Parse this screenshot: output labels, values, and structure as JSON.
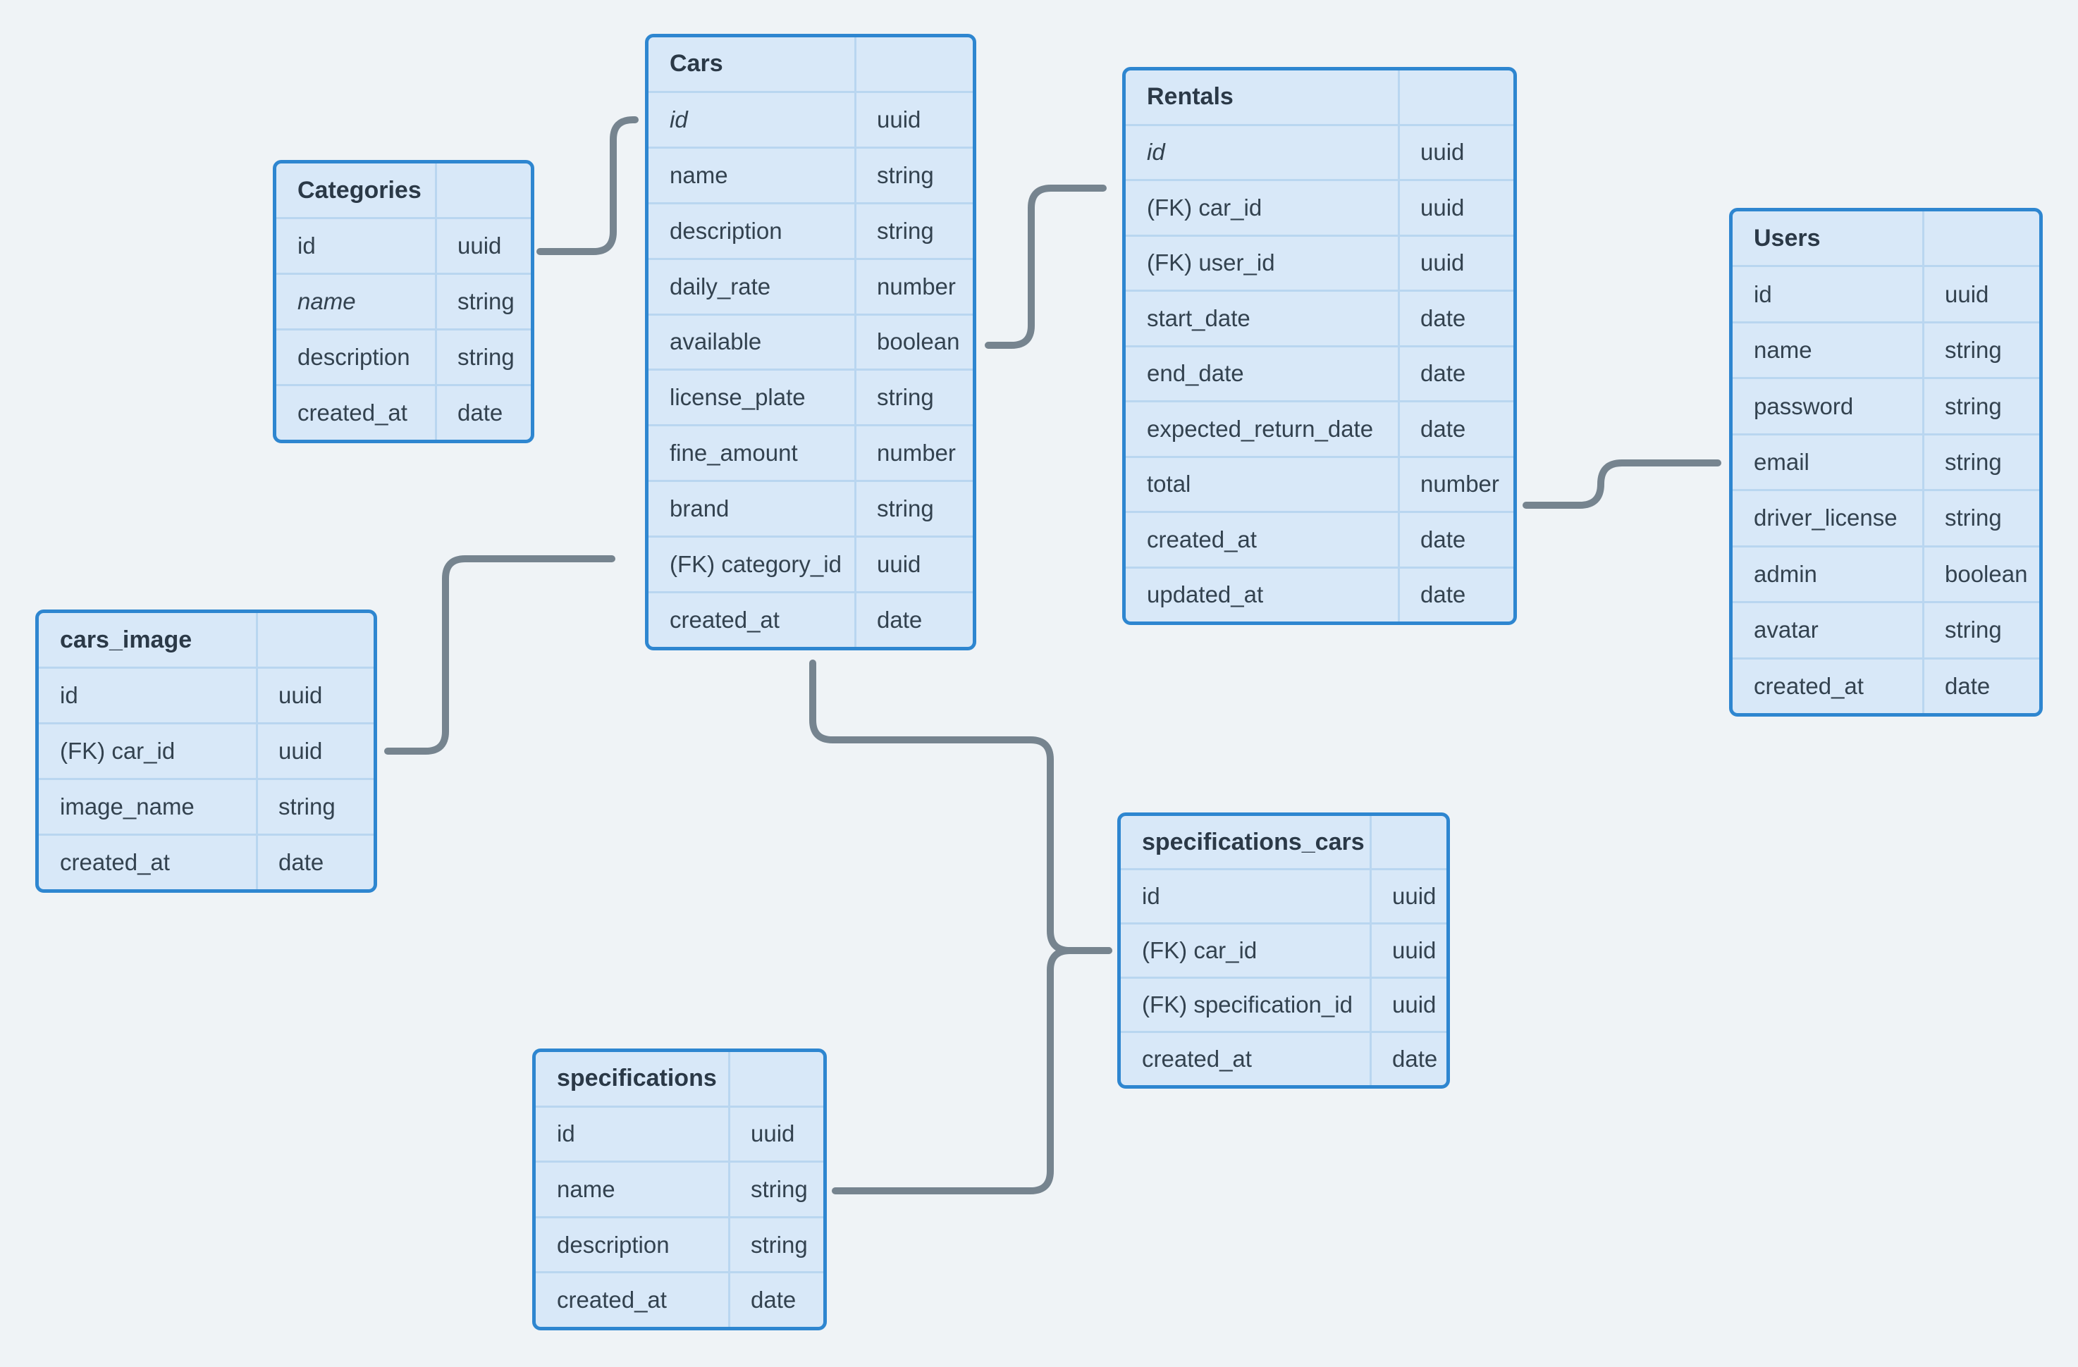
{
  "diagram": {
    "background": "#eff3f6",
    "table_border_color": "#2e86d0",
    "cell_fill_color": "#d8e8f8",
    "divider_color": "#b9d6f0",
    "connector_color": "#76848f",
    "title_text_color": "#2b3947",
    "field_text_color": "#33424f"
  },
  "tables": [
    {
      "title": "Categories",
      "fields": [
        {
          "name": "id",
          "type": "uuid",
          "italic": false
        },
        {
          "name": "name",
          "type": "string",
          "italic": true
        },
        {
          "name": "description",
          "type": "string",
          "italic": false
        },
        {
          "name": "created_at",
          "type": "date",
          "italic": false
        }
      ]
    },
    {
      "title": "Cars",
      "fields": [
        {
          "name": "id",
          "type": "uuid",
          "italic": true
        },
        {
          "name": "name",
          "type": "string",
          "italic": false
        },
        {
          "name": "description",
          "type": "string",
          "italic": false
        },
        {
          "name": "daily_rate",
          "type": "number",
          "italic": false
        },
        {
          "name": "available",
          "type": "boolean",
          "italic": false
        },
        {
          "name": "license_plate",
          "type": "string",
          "italic": false
        },
        {
          "name": "fine_amount",
          "type": "number",
          "italic": false
        },
        {
          "name": "brand",
          "type": "string",
          "italic": false
        },
        {
          "name": "(FK) category_id",
          "type": "uuid",
          "italic": false
        },
        {
          "name": "created_at",
          "type": "date",
          "italic": false
        }
      ]
    },
    {
      "title": "Rentals",
      "fields": [
        {
          "name": "id",
          "type": "uuid",
          "italic": true
        },
        {
          "name": "(FK) car_id",
          "type": "uuid",
          "italic": false
        },
        {
          "name": "(FK) user_id",
          "type": "uuid",
          "italic": false
        },
        {
          "name": "start_date",
          "type": "date",
          "italic": false
        },
        {
          "name": "end_date",
          "type": "date",
          "italic": false
        },
        {
          "name": "expected_return_date",
          "type": "date",
          "italic": false
        },
        {
          "name": "total",
          "type": "number",
          "italic": false
        },
        {
          "name": "created_at",
          "type": "date",
          "italic": false
        },
        {
          "name": "updated_at",
          "type": "date",
          "italic": false
        }
      ]
    },
    {
      "title": "Users",
      "fields": [
        {
          "name": "id",
          "type": "uuid",
          "italic": false
        },
        {
          "name": "name",
          "type": "string",
          "italic": false
        },
        {
          "name": "password",
          "type": "string",
          "italic": false
        },
        {
          "name": "email",
          "type": "string",
          "italic": false
        },
        {
          "name": "driver_license",
          "type": "string",
          "italic": false
        },
        {
          "name": "admin",
          "type": "boolean",
          "italic": false
        },
        {
          "name": "avatar",
          "type": "string",
          "italic": false
        },
        {
          "name": "created_at",
          "type": "date",
          "italic": false
        }
      ]
    },
    {
      "title": "cars_image",
      "fields": [
        {
          "name": "id",
          "type": "uuid",
          "italic": false
        },
        {
          "name": "(FK) car_id",
          "type": "uuid",
          "italic": false
        },
        {
          "name": "image_name",
          "type": "string",
          "italic": false
        },
        {
          "name": "created_at",
          "type": "date",
          "italic": false
        }
      ]
    },
    {
      "title": "specifications_cars",
      "fields": [
        {
          "name": "id",
          "type": "uuid",
          "italic": false
        },
        {
          "name": "(FK) car_id",
          "type": "uuid",
          "italic": false
        },
        {
          "name": "(FK) specification_id",
          "type": "uuid",
          "italic": false
        },
        {
          "name": "created_at",
          "type": "date",
          "italic": false
        }
      ]
    },
    {
      "title": "specifications",
      "fields": [
        {
          "name": "id",
          "type": "uuid",
          "italic": false
        },
        {
          "name": "name",
          "type": "string",
          "italic": false
        },
        {
          "name": "description",
          "type": "string",
          "italic": false
        },
        {
          "name": "created_at",
          "type": "date",
          "italic": false
        }
      ]
    }
  ],
  "connections": [
    {
      "from": "Categories.id",
      "to": "Cars.id"
    },
    {
      "from": "Cars.available",
      "to": "Rentals.(FK) car_id"
    },
    {
      "from": "Rentals.total",
      "to": "Users.email"
    },
    {
      "from": "cars_image.(FK) car_id",
      "to": "Cars.(FK) category_id"
    },
    {
      "from": "Cars",
      "to": "specifications_cars.(FK) car_id"
    },
    {
      "from": "specifications.name",
      "to": "specifications_cars.(FK) car_id"
    }
  ]
}
